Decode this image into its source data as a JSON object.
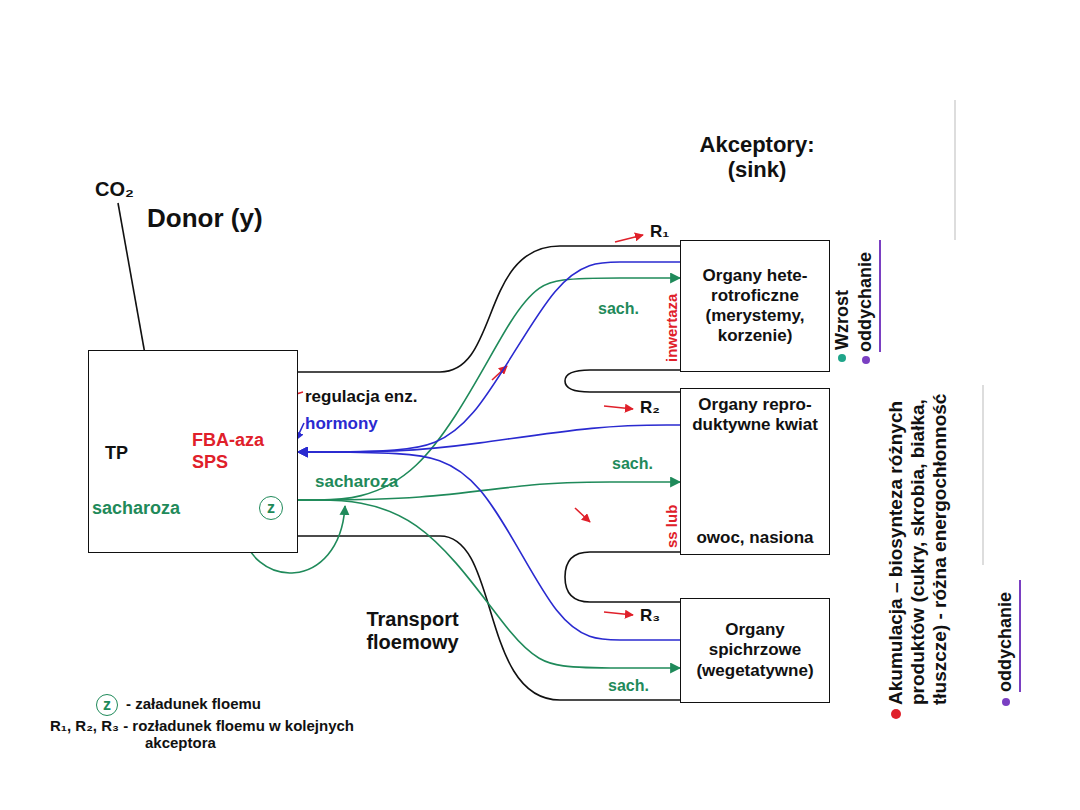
{
  "diagram": {
    "nodes": [
      {
        "text": [
          "Donor (y)"
        ]
      },
      {
        "text": [
          "z"
        ],
        "in": 0
      },
      {
        "text": [
          "Organy hete- rotroficzne (merystemy, korzenie)"
        ]
      },
      {
        "text": [
          "Organy repro- duktywne kwiat",
          "owoc, nasiona"
        ]
      },
      {
        "text": [
          "Organy spichrzowe (wegetatywne)"
        ]
      }
    ],
    "edges": [
      {
        "from": 0,
        "to": 2,
        "arrow": "to"
      },
      {
        "from": 0,
        "to": 3,
        "arrow": "to"
      },
      {
        "from": 0,
        "to": 4,
        "arrow": "to"
      },
      {
        "from": 2,
        "to": 0,
        "arrow": "to"
      },
      {
        "from": 3,
        "to": 0,
        "arrow": "to"
      },
      {
        "from": 4,
        "to": 0,
        "arrow": "to"
      }
    ],
    "labels": [
      "CO₂",
      "TP",
      "FBA-aza",
      "SPS",
      "sacharoza",
      "regulacja enz.",
      "hormony",
      "sacharoza",
      "Akceptory: (sink)",
      "R₁",
      "sach.",
      "inwertaza",
      "R₂",
      "sach.",
      "ss lub",
      "R₃",
      "sach.",
      "Wzrost",
      "oddychanie",
      "Akumulacja – biosynteza różnych produktów (cukry, skrobia, białka, tłuszcze) - różna energochłonność",
      "oddychanie",
      "Transport floemowy",
      "z"
    ],
    "legend": [
      {
        "text": "- załadunek floemu"
      },
      {
        "text": "R₁, R₂, R₃ - rozładunek floemu w kolejnych akceptora"
      }
    ]
  }
}
